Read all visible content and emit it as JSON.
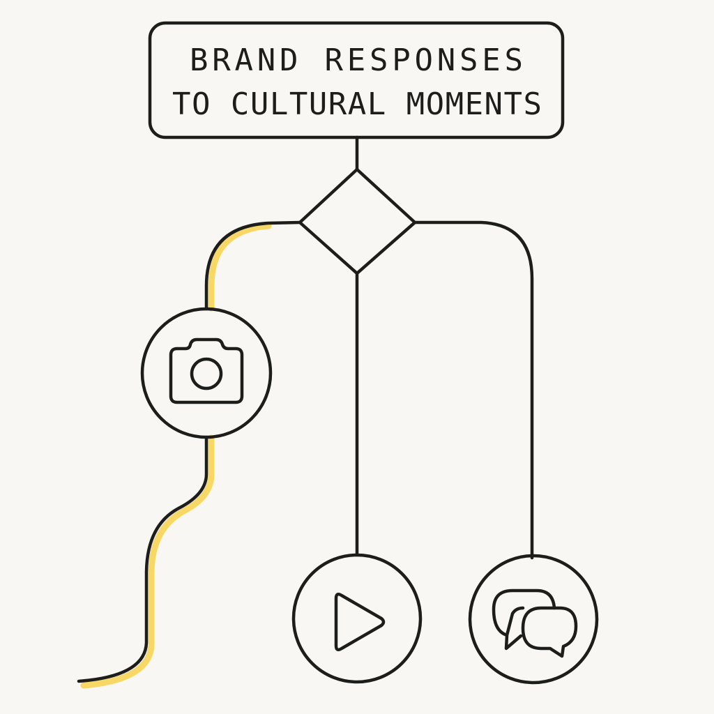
{
  "title": {
    "line1": "BRAND RESPONSES",
    "line2": "TO CULTURAL MOMENTS"
  },
  "nodes": [
    {
      "id": "decision",
      "icon": "diamond-icon"
    },
    {
      "id": "photo",
      "icon": "camera-icon",
      "highlighted": true
    },
    {
      "id": "video",
      "icon": "play-icon"
    },
    {
      "id": "conversation",
      "icon": "chat-bubbles-icon"
    }
  ],
  "colors": {
    "ink": "#1d1d1b",
    "highlight": "#f7d866",
    "background": "#f8f7f3"
  }
}
